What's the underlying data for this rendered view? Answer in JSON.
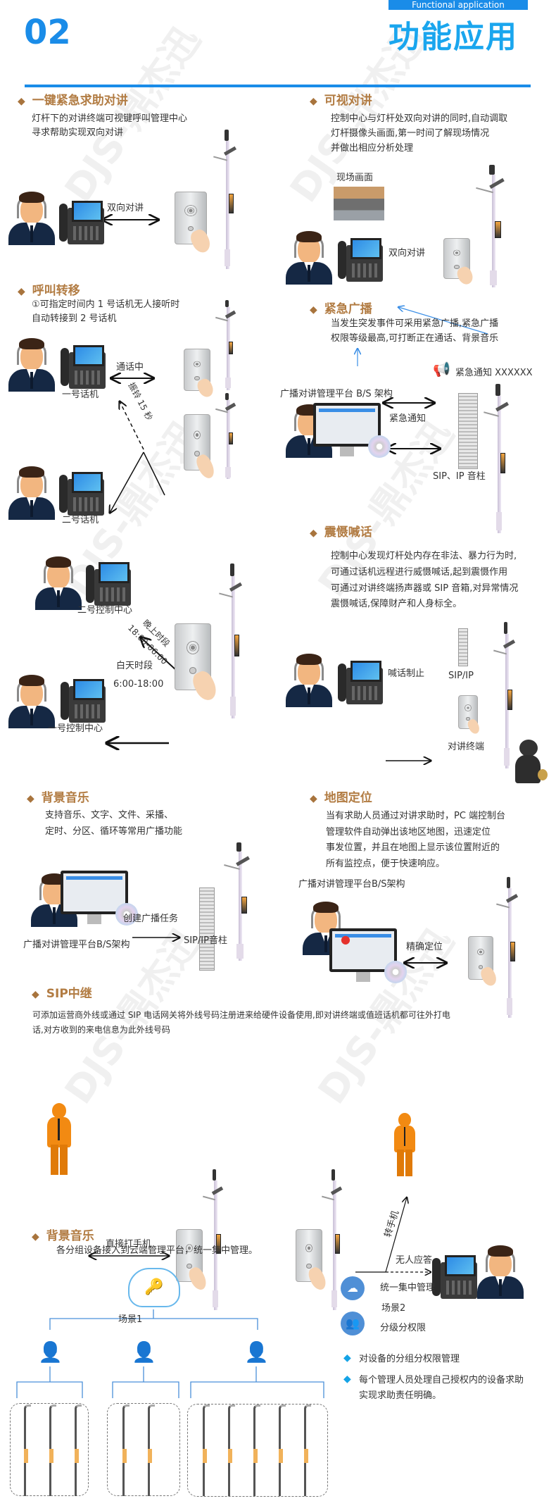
{
  "header": {
    "number": "02",
    "banner": "Functional application",
    "title": "功能应用"
  },
  "watermark": "DJS-鼎杰迅",
  "colors": {
    "accent": "#1a8ce8",
    "heading": "#b27c43"
  },
  "s1": {
    "title": "一键紧急求助对讲",
    "lines": [
      "灯杆下的对讲终端可视键呼叫管理中心",
      "寻求帮助实现双向对讲"
    ],
    "arrow": "双向对讲"
  },
  "s2": {
    "title": "可视对讲",
    "lines": [
      "控制中心与灯杆处双向对讲的同时,自动调取",
      "灯杆摄像头画面,第一时间了解现场情况",
      "并做出相应分析处理"
    ],
    "scene": "现场画面",
    "arrow": "双向对讲"
  },
  "s3": {
    "title": "呼叫转移",
    "lines": [
      "①可指定时间内 1 号话机无人接听时",
      "自动转接到 2 号话机"
    ],
    "talking": "通话中",
    "ring": "振铃 15 秒",
    "phone1": "一号话机",
    "phone2": "二号话机",
    "center2": "二号控制中心",
    "night1": "晚上时段",
    "night2": "18:00-06:00",
    "day1": "白天时段",
    "day2": "6:00-18:00",
    "center1": "一号控制中心"
  },
  "s4": {
    "title": "紧急广播",
    "lines": [
      "当发生突发事件可采用紧急广播,紧急广播",
      "权限等级最高,可打断正在通话、背景音乐"
    ],
    "notice": "紧急通知 XXXXXX",
    "platform": "广播对讲管理平台 B/S 架构",
    "arrow": "紧急通知",
    "column": "SIP、IP 音柱"
  },
  "s5": {
    "title": "震慑喊话",
    "lines": [
      "控制中心发现灯杆处内存在非法、暴力行为时,",
      "可通过话机远程进行威慑喊话,起到震慑作用",
      "可通过对讲终端扬声器或 SIP 音箱,对异常情况",
      "震慑喊话,保障财产和人身标全。"
    ],
    "arrow": "喊话制止",
    "sip": "SIP/IP",
    "terminal": "对讲终端"
  },
  "s6": {
    "title": "背景音乐",
    "lines": [
      "支持音乐、文字、文件、采播、",
      "定时、分区、循环等常用广播功能"
    ],
    "arrow": "创建广播任务",
    "platform": "广播对讲管理平台B/S架构",
    "column": "SIP/IP音柱"
  },
  "s7": {
    "title": "地图定位",
    "lines": [
      "当有求助人员通过对讲求助时，PC 端控制台",
      "管理软件自动弹出该地区地图，迅速定位",
      "事发位置，并且在地图上显示该位置附近的",
      "所有监控点，便于快速响应。"
    ],
    "platform": "广播对讲管理平台B/S架构",
    "arrow": "精确定位"
  },
  "s8": {
    "title": "SIP中继",
    "lines": [
      "可添加运营商外线或通过 SIP 电话网关将外线号码注册进来给硬件设备使用,即对讲终端或值班话机都可往外打电",
      "话,对方收到的来电信息为此外线号码"
    ],
    "direct": "直接打手机",
    "scene1": "场景1",
    "transfer": "转手机",
    "noanswer": "无人应答",
    "scene2": "场景2"
  },
  "s9": {
    "title": "背景音乐",
    "line": "各分组设备接入到云端管理平台，统一集中管理。",
    "feature1": "统一集中管理",
    "feature2": "分级分权限",
    "bullet1": "对设备的分组分权限管理",
    "bullet2a": "每个管理人员处理自己授权内的设备求助",
    "bullet2b": "实现求助责任明确。"
  }
}
